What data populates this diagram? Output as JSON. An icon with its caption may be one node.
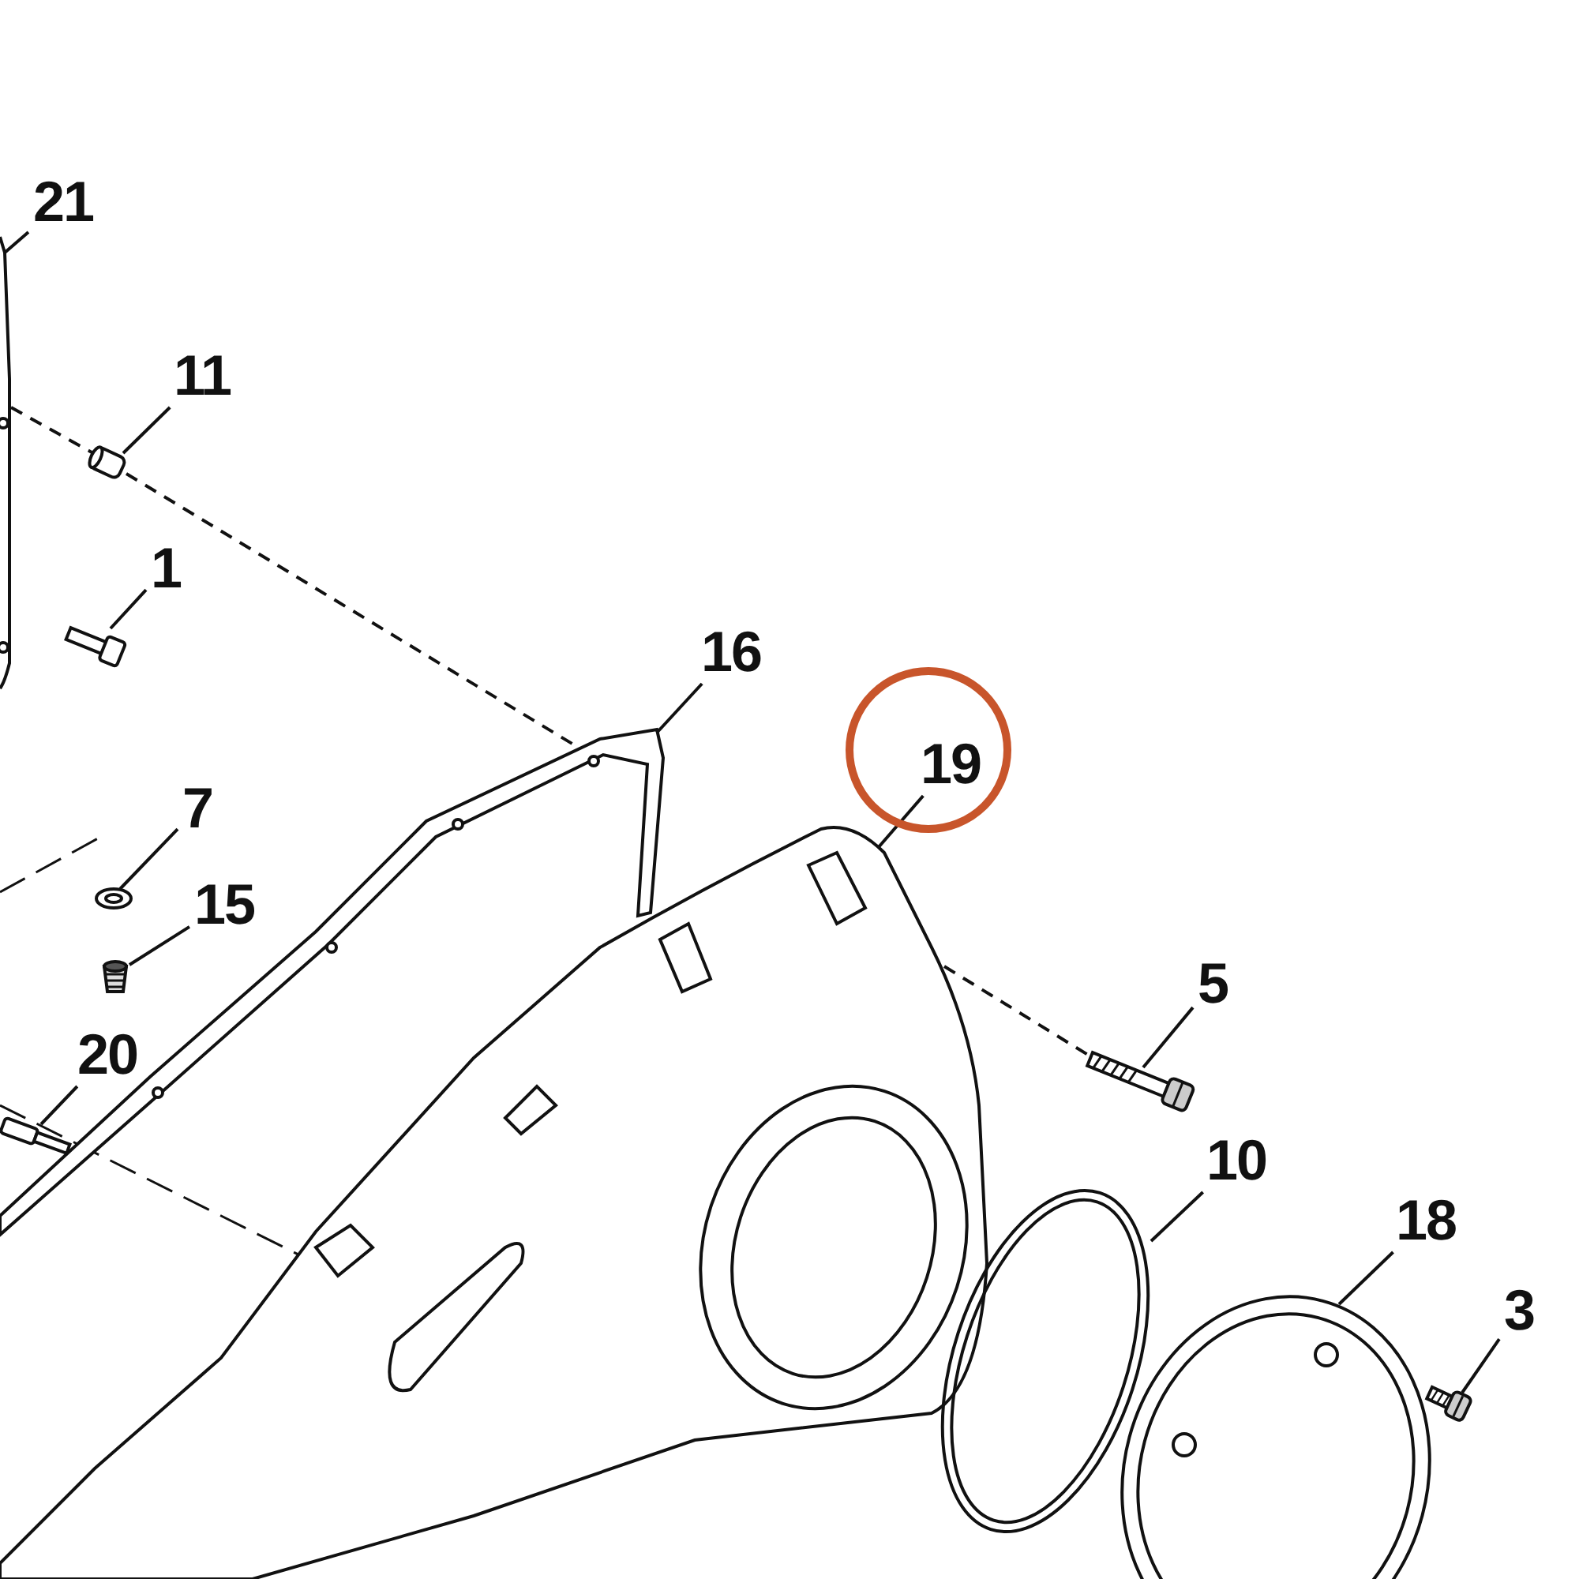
{
  "diagram": {
    "nodes": [
      {
        "text": [
          "21"
        ]
      },
      {
        "text": [],
        "shape": "picture"
      },
      {
        "text": [
          "11"
        ]
      },
      {
        "text": [],
        "shape": "picture"
      },
      {
        "text": [
          "1"
        ]
      },
      {
        "text": [],
        "shape": "picture"
      },
      {
        "text": [
          "16"
        ]
      },
      {
        "text": [],
        "shape": "picture"
      },
      {
        "text": [
          "19"
        ]
      },
      {
        "text": [],
        "shape": "picture"
      },
      {
        "text": [
          "7"
        ]
      },
      {
        "text": [],
        "shape": "picture"
      },
      {
        "text": [
          "15"
        ]
      },
      {
        "text": [],
        "shape": "picture"
      },
      {
        "text": [
          "20"
        ]
      },
      {
        "text": [],
        "shape": "picture"
      },
      {
        "text": [
          "5"
        ]
      },
      {
        "text": [],
        "shape": "picture"
      },
      {
        "text": [
          "10"
        ]
      },
      {
        "text": [],
        "shape": "picture"
      },
      {
        "text": [
          "18"
        ]
      },
      {
        "text": [],
        "shape": "picture"
      },
      {
        "text": [
          "3"
        ]
      },
      {
        "text": [],
        "shape": "picture"
      }
    ],
    "edges": [
      {
        "from": 0,
        "to": 1,
        "arrow": "none"
      },
      {
        "from": 2,
        "to": 3,
        "arrow": "none"
      },
      {
        "from": 4,
        "to": 5,
        "arrow": "none"
      },
      {
        "from": 6,
        "to": 7,
        "arrow": "none"
      },
      {
        "from": 8,
        "to": 9,
        "arrow": "none"
      },
      {
        "from": 10,
        "to": 11,
        "arrow": "none"
      },
      {
        "from": 12,
        "to": 13,
        "arrow": "none"
      },
      {
        "from": 14,
        "to": 15,
        "arrow": "none"
      },
      {
        "from": 16,
        "to": 17,
        "arrow": "none"
      },
      {
        "from": 18,
        "to": 19,
        "arrow": "none"
      },
      {
        "from": 20,
        "to": 21,
        "arrow": "none"
      },
      {
        "from": 22,
        "to": 23,
        "arrow": "none"
      },
      {
        "from": 1,
        "to": 3,
        "arrow": "none",
        "style": "dashed"
      },
      {
        "from": 3,
        "to": 7,
        "arrow": "none",
        "style": "dashed"
      },
      {
        "from": 9,
        "to": 17,
        "arrow": "none",
        "style": "dashed"
      }
    ]
  }
}
